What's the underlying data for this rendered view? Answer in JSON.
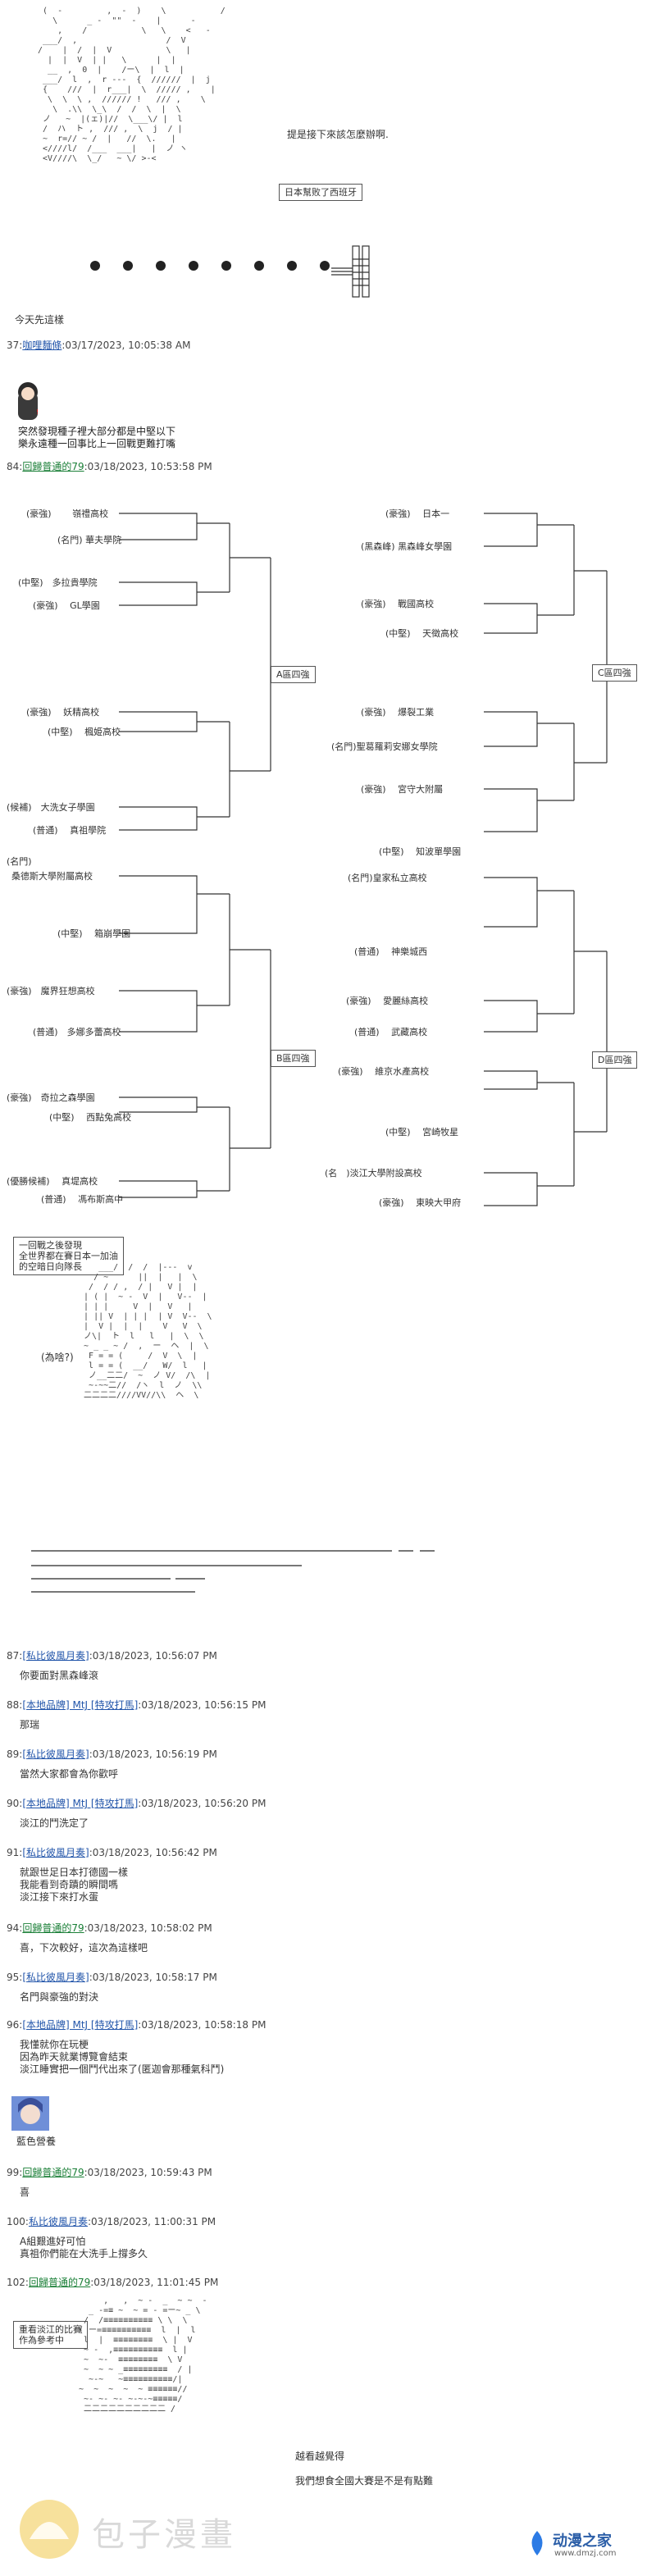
{
  "ascii_top": "  (  -         ,  -  )    \\           /\n    \\      _ -  \"\"  -    |      -\n     ,    /           \\   \\    <   -\n  ___/  ,                  /  V \n /    |  /  |  V           \\   |  \n   |  |  V  | |   \\      |  |\n   __  ,  0  |    /ー\\  |  l  |\n  ___/  l  ,  r ---  {  //////  |  j\n  {    ///  |  r___|  \\  ///// ,    |  \n   \\  \\  \\ ,  ////// !   /// ,    \\  \n    \\  .\\\\  \\_\\  /  /  \\  |  \\  \n  ノ   ~  |(ェ)|//  \\___\\/ |  l  \n  /  ハ  ト ,  /// ,  \\  j  / |\n  ~  r=// ~ /  |   //  \\.   |  \n  <////l/  /___  ___|   |  ノ ヽ\n  <V////\\  \\_/   ~ \\/ >-<  ",
  "bubble_top": "提是接下來該怎麼辦啊.",
  "note_japan": "日本幫败了西班牙",
  "dots_count": 8,
  "today_label": "今天先這樣",
  "c37": {
    "num": "37:",
    "name": "咖哩麵條",
    "date": ":03/17/2023, 10:05:38 AM"
  },
  "c37_text": "突然發現種子裡大部分都是中堅以下\n樂永遠種一回事比上一回戰更難打嘴",
  "c84": {
    "num": "84:",
    "name": "回歸普通的79",
    "date": ":03/18/2023, 10:53:58 PM"
  },
  "bracket": {
    "left_teams": [
      "(豪強)　　 嶺禮高校",
      "(名門) 華夫學院",
      "(中堅)　多拉貴學院",
      "(豪強)　 GL學園",
      "(豪強)　 妖精高校",
      "(中堅)　 楓姫高校",
      "(候補)　大洗女子學園",
      "(普通)　 真祖學院",
      "(名門)",
      "桑德斯大學附屬高校",
      "(中堅)　 箱崩學園",
      "(豪強)　魔界狂想高校",
      "(普通)　多娜多蕾高校",
      "(豪強)　奇拉之森學園",
      "(中堅)　 西點兔高校",
      "(優勝候補)　 真堤高校",
      "(普通)　 馮布斯高中"
    ],
    "right_teams": [
      "(豪強)　 日本一",
      "(黑森峰) 黑森峰女學園",
      "(豪強)　 戰國高校",
      "(中堅)　 天徵高校",
      "(豪強)　 爆裂工業",
      "(名門)聖葛羅莉安娜女學院",
      "(豪強)　 宮守大附屬",
      "(中堅)　 知波單學園",
      "(名門)皇家私立高校",
      "(普通)　 神樂城西",
      "(豪強)　 愛麗絲高校",
      "(普通)　 武藏高校",
      "(豪強)　 維京水產高校",
      "(中堅)　 宮崎牧星",
      "(名　)淡江大學附設高校",
      "(豪強)　 東映大甲府"
    ],
    "a_label": "A區四強",
    "b_label": "B區四強",
    "c_label": "C區四強",
    "d_label": "D區四強"
  },
  "note_mid": "一回戰之後發現\n全世界都在賽日本一加油\n的空暗日向隊長",
  "why_text": "(為啥?)",
  "ascii_mid": "     ___/  /  /  |---  v\n    / ~      ||  |   |  \\\n   /  / / ,  / |   V |  |\n  | ( |  ~ -  V  |   V--  |\n  | | |     V  |   V   |\n  | || V  | | |  | V  V--  \\\n  |  V |  |  |    V   V  \\\n  ノ\\|  ト  l   l   |  \\  \\\n  ~ _ _ ~ /  ,  ー  ヘ  |  \\\n   F = = (     /  V  \\  |\n   l = = (  __/   W/  l   |\n   ノ__二二/  ~  ノ V/  /\\  |\n   ~-~~二//  /ヽ  l  ノ  \\\\ \n  二二二二////VV//\\\\  ヘ  \\",
  "comments": [
    {
      "num": "87:",
      "name": "[私比彼風月奏]",
      "date": ":03/18/2023, 10:56:07 PM",
      "text": "你要面對黑森峰滾"
    },
    {
      "num": "88:",
      "name": "[本地品牌] MtJ [特攻打馬]",
      "date": ":03/18/2023, 10:56:15 PM",
      "text": "那瑞"
    },
    {
      "num": "89:",
      "name": "[私比彼風月奏]",
      "date": ":03/18/2023, 10:56:19 PM",
      "text": "當然大家都會為你歡呼"
    },
    {
      "num": "90:",
      "name": "[本地品牌] MtJ [特攻打馬]",
      "date": ":03/18/2023, 10:56:20 PM",
      "text": "淡江的鬥洗定了"
    },
    {
      "num": "91:",
      "name": "[私比彼風月奏]",
      "date": ":03/18/2023, 10:56:42 PM",
      "text": "就跟世足日本打德國一樣\n我能看到奇蹟的瞬間嗎\n淡江接下來打水蛋"
    },
    {
      "num": "94:",
      "name": "回歸普通的79",
      "date": ":03/18/2023, 10:58:02 PM",
      "text": "喜，下次較好，這次為這樣吧"
    },
    {
      "num": "95:",
      "name": "[私比彼風月奏]",
      "date": ":03/18/2023, 10:58:17 PM",
      "text": "名門與豪強的對決"
    },
    {
      "num": "96:",
      "name": "[本地品牌] MtJ [特攻打馬]",
      "date": ":03/18/2023, 10:58:18 PM",
      "text": "我懂就你在玩梗\n因為昨天就業博覽會結束\n淡江睡實把一個鬥代出來了(匿迦會那種氣科鬥)"
    }
  ],
  "avatar_caption": "藍色營養",
  "comments2": [
    {
      "num": "99:",
      "name": "回歸普通的79",
      "date": ":03/18/2023, 10:59:43 PM",
      "text": "喜"
    },
    {
      "num": "100:",
      "name": "私比彼風月奏",
      "date": ":03/18/2023, 11:00:31 PM",
      "text": "A組艱進好可怕\n真祖你們能在大洗手上撐多久"
    },
    {
      "num": "102:",
      "name": "回歸普通的79",
      "date": ":03/18/2023, 11:01:45 PM",
      "text": ""
    }
  ],
  "note_bottom": "重看淡江的比賽\n作為參考中",
  "speech_bottom": "越看越覺得\n\n我們想食全國大賽是不是有點難",
  "ascii_bottom": "      ,   ,  ~ -  _  ~ ~  -\n   _ -=≡ ~  ~ = - =ー~ _ \\\n  /  /≡≡≡≡≡≡≡≡≡≡ \\ \\  \\\n ( ー=≡≡≡≡≡≡≡≡≡≡  l  |  l\n  l  |  ≡≡≡≡≡≡≡≡  \\ |  V\n  ~ -  ,≡≡≡≡≡≡≡≡≡≡  l |\n  ~  ~-  ≡≡≡≡≡≡≡≡  \\ V\n  ~  ~ ~ _≡≡≡≡≡≡≡≡≡  / |\n   ~-~   ~≡≡≡≡≡≡≡≡≡≡/|\n ~  ~  ~  ~  ~ ≡≡≡≡≡≡//\n  ~- ~- ~- ~-~-~≡≡≡≡≡/ \n  二二二二二二二二二二 /",
  "watermark": {
    "left": "包子漫畫",
    "right": "动漫之家",
    "right_url": "www.dmzj.com"
  },
  "colors": {
    "link_green": "#1a7f37",
    "link_blue": "#2255aa",
    "bracket_line": "#333333",
    "background": "#ffffff"
  }
}
